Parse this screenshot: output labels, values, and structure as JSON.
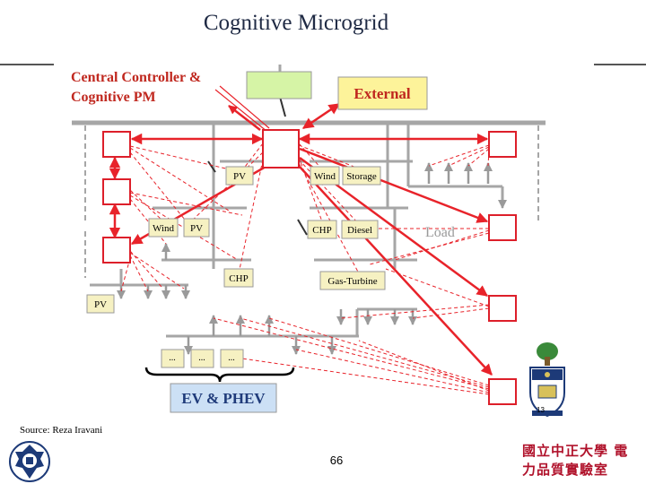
{
  "slide": {
    "title": "Cognitive Microgrid",
    "source": "Source: Reza Iravani",
    "page_number": "66",
    "lab_name": "國立中正大學 電力品質實驗室",
    "crest_number": "13"
  },
  "diagram": {
    "controller_label": "Central Controller & Cognitive PM",
    "external_label": "External",
    "load_label": "Load",
    "ev_label": "EV & PHEV",
    "ev_slots": [
      "...",
      "...",
      "..."
    ],
    "sources": {
      "pv_top": "PV",
      "wind_top": "Wind",
      "storage": "Storage",
      "wind_mid": "Wind",
      "pv_mid": "PV",
      "chp_mid": "CHP",
      "diesel": "Diesel",
      "chp_low": "CHP",
      "gas_turbine": "Gas-Turbine",
      "pv_bottom": "PV"
    }
  },
  "colors": {
    "arrow_red": "#e8232a",
    "box_red": "#dd1f2a",
    "source_fill": "#f6f1c2",
    "controller_fill": "#d6f4a6",
    "external_fill": "#fdf39a",
    "ev_fill": "#cce0f5",
    "bus_gray": "#a6a6a6",
    "lab_red": "#b0122b"
  }
}
